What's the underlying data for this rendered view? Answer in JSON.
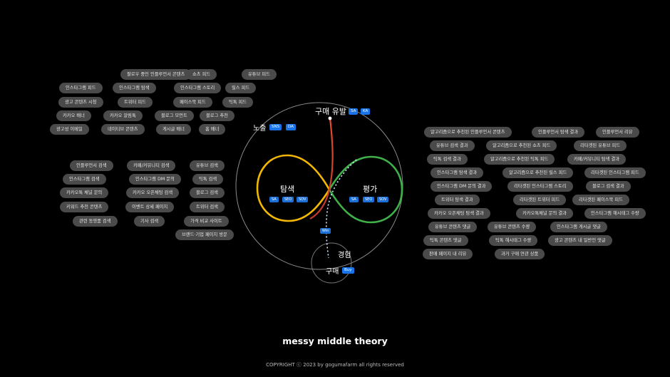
{
  "title": "messy middle theory",
  "copyright": "COPYRIGHT ⓒ 2023 by gogumafarm  all rights reserved",
  "diagram": {
    "purchase_trigger": "구매 유발",
    "purchase_trigger_badges": [
      "SA",
      "KA"
    ],
    "exposure": "노출",
    "exposure_badges": [
      "SNS",
      "DA"
    ],
    "explore": "탐색",
    "explore_badges": [
      "SA",
      "SEO",
      "SOV"
    ],
    "evaluate": "평가",
    "evaluate_badges": [
      "SA",
      "SEO",
      "SOV"
    ],
    "experience": "경험",
    "purchase": "구매",
    "purchase_badge": "Buy",
    "mid_badge": "Win"
  },
  "left_top_pills": [
    "팔로우 중인 인플루언서 콘텐츠",
    "쇼츠 피드",
    "유튜브 피드",
    "인스타그램 피드",
    "인스타그램 탐색",
    "인스타그램 스토리",
    "릴스 피드",
    "광고 콘텐츠 시청",
    "트위터 피드",
    "페이스북 피드",
    "틱톡 피드",
    "카카오 배너",
    "카카오 알림톡",
    "블로그 모먼트",
    "블로그 추천",
    "광고성 이메일",
    "네이티브 콘텐츠",
    "게시글 배너",
    "홈 배너"
  ],
  "left_mid_pills": [
    "인플루언서 검색",
    "카페/커뮤니티 검색",
    "유튜브 검색",
    "인스타그램 검색",
    "인스타그램 DM 문의",
    "틱톡 검색",
    "카카오톡 채널 문의",
    "카카오 오픈채팅 검색",
    "블로그 검색",
    "키워드 추천 콘텐츠",
    "이벤트 상세 페이지",
    "트위터 검색",
    "관련 동영품 검색",
    "기사 검색",
    "가격 비교 사이트",
    "브랜드·기업 페이지 방문"
  ],
  "right_pills": [
    "알고리즘으로 추천된 인플루언서 콘텐츠",
    "인플루언서 탐색 결과",
    "인플루언서 리뷰",
    "유튜브 검색 결과",
    "알고리즘으로 추천된 쇼츠 피드",
    "리타겟된 유튜브 피드",
    "틱톡 검색 결과",
    "알고리즘으로 추천된 틱톡 피드",
    "카페/커뮤니티 탐색 결과",
    "인스타그램 탐색 결과",
    "알고리즘으로 추천된 릴스 피드",
    "리타겟된 인스타그램 피드",
    "인스타그램 DM 문의 결과",
    "리타겟된 인스타그램 스토리",
    "블로그 검색 결과",
    "트위터 탐색 결과",
    "리타겟된 트위터 피드",
    "리타겟된 페이스북 피드",
    "카카오 오픈채팅 탐색 결과",
    "카카오톡채널 문의 결과",
    "인스타그램 해시태그 수량",
    "유튜브 콘텐츠 댓글",
    "유튜브 콘텐츠 수량",
    "인스타그램 게시글 댓글",
    "틱톡 콘텐츠 댓글",
    "틱톡 해시태그 수량",
    "광고 콘텐츠 내 일반인 댓글",
    "판매 페이지 내 리뷰",
    "과거 구매 연관 상품"
  ],
  "colors": {
    "pill": "#4a4a4a",
    "badge": "#1a73e8",
    "explore_loop": "#f2b705",
    "evaluate_loop": "#3fb04a",
    "trigger_line": "#d9402b",
    "circle": "#8a8a8a"
  }
}
